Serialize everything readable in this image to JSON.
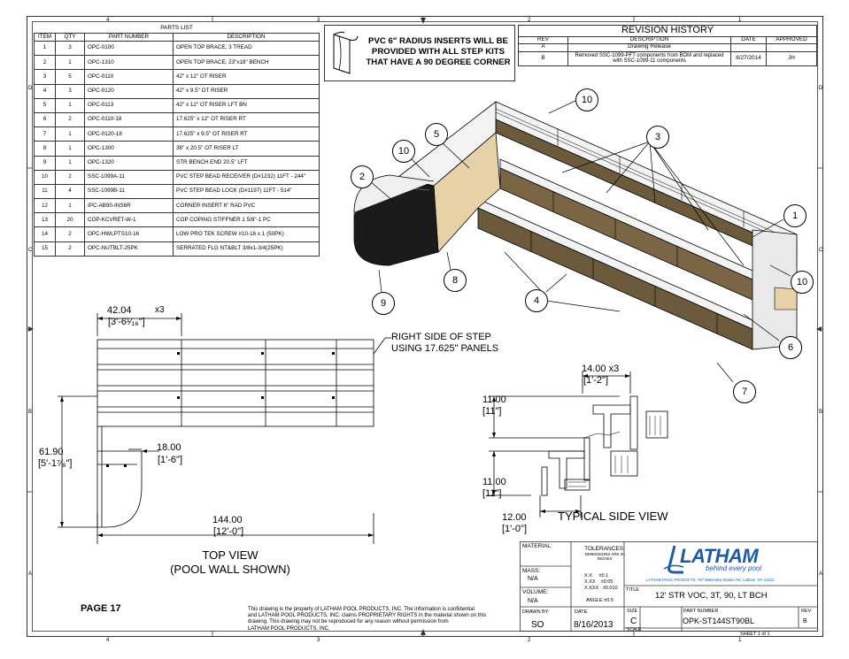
{
  "zone_labels": {
    "top": [
      "4",
      "3",
      "2",
      "1"
    ],
    "side": [
      "D",
      "C",
      "B",
      "A"
    ]
  },
  "parts_list": {
    "title": "PARTS LIST",
    "headers": [
      "ITEM",
      "QTY",
      "PART NUMBER",
      "DESCRIPTION"
    ],
    "rows": [
      [
        "1",
        "3",
        "OPC-0100",
        "OPEN TOP BRACE, 3 TREAD"
      ],
      [
        "2",
        "1",
        "OPC-1310",
        "OPEN TOP BRACE, 23\"x18\" BENCH"
      ],
      [
        "3",
        "5",
        "OPC-0110",
        "42\" x 12\" OT RISER"
      ],
      [
        "4",
        "3",
        "OPC-0120",
        "42\" x 9.5\" OT RISER"
      ],
      [
        "5",
        "1",
        "OPC-0113",
        "42\" x 12\" OT RISER LFT BN"
      ],
      [
        "6",
        "2",
        "OPC-0110-18",
        "17.625\" x 12\" OT RISER RT"
      ],
      [
        "7",
        "1",
        "OPC-0120-18",
        "17.625\" x 9.5\" OT RISER RT"
      ],
      [
        "8",
        "1",
        "OPC-1300",
        "36\" x 20.5\" OT RISER LT"
      ],
      [
        "9",
        "1",
        "OPC-1320",
        "STR BENCH END 20.5\" LFT"
      ],
      [
        "10",
        "2",
        "SSC-1099A-11",
        "PVC STEP BEAD RECEIVER (D#1232) 11FT - 244\""
      ],
      [
        "11",
        "4",
        "SSC-1099B-11",
        "PVC STEP BEAD LOCK (D#1197) 11FT - 514\""
      ],
      [
        "12",
        "1",
        "IPC-AB90-INS6R",
        "CORNER INSERT 6\" RAD PVC"
      ],
      [
        "13",
        "20",
        "COP-KCVRET-W-1",
        "COP COPING STIFFNER 1 5/8\"-1 PC"
      ],
      [
        "14",
        "2",
        "OPC-HWLPTS10-16",
        "LOW PRO TEK SCREW #10-16 x 1 (50PK)"
      ],
      [
        "15",
        "2",
        "OPC-NUTBLT-25PK",
        "SERRATED FLG NT&BLT 3/8x1-3/4(25PK)"
      ]
    ]
  },
  "note": {
    "text_lines": [
      "PVC 6\" RADIUS INSERTS WILL BE",
      "PROVIDED WITH ALL STEP KITS",
      "THAT HAVE A 90 DEGREE CORNER"
    ]
  },
  "revision_history": {
    "title": "REVISION HISTORY",
    "headers": [
      "REV",
      "DESCRIPTION",
      "DATE",
      "APPROVED"
    ],
    "rows": [
      [
        "A",
        "Drawing Release",
        "",
        ""
      ],
      [
        "B",
        "Removed SSC-1099-PFT components from BOM and replaced with SSC-1099-11 components",
        "8/27/2014",
        "JH"
      ]
    ]
  },
  "callouts": [
    "10",
    "3",
    "5",
    "10",
    "2",
    "1",
    "10",
    "9",
    "8",
    "4",
    "6",
    "7"
  ],
  "top_view": {
    "title": "TOP VIEW",
    "subtitle": "(POOL WALL SHOWN)",
    "dim_width": "42.04",
    "dim_width_count": "x3",
    "dim_width_ft": "[3'-6¹⁄₁₆\"]",
    "dim_height": "61.90",
    "dim_height_ft": "[5'-1⁷⁄₈\"]",
    "dim_bench": "18.00",
    "dim_bench_ft": "[1'-6\"]",
    "dim_total": "144.00",
    "dim_total_ft": "[12'-0\"]",
    "right_note_1": "RIGHT SIDE OF STEP",
    "right_note_2": "USING 17.625\" PANELS"
  },
  "side_view": {
    "title": "TYPICAL SIDE VIEW",
    "dim_top": "14.00 x3",
    "dim_top_ft": "[1'-2\"]",
    "dim_rise1": "11.00",
    "dim_rise1_ft": "[11\"]",
    "dim_rise2": "11.00",
    "dim_rise2_ft": "[11\"]",
    "dim_bottom": "12.00",
    "dim_bottom_ft": "[1'-0\"]"
  },
  "page_label": "PAGE 17",
  "disclaimer_lines": [
    "This drawing is the property of LATHAM POOL PRODUCTS, INC. The information is confidential",
    "and LATHAM POOL PRODUCTS, INC. claims PROPRIETARY RIGHTS in the material shown on this",
    "drawing. This drawing may not be reproduced for any reason without permission from",
    "LATHAM POOL PRODUCTS, INC."
  ],
  "title_block": {
    "material_label": "MATERIAL:",
    "tolerances_label": "TOLERANCES:",
    "tolerances_sub_1": "DIMENSIONS ARE IN",
    "tolerances_sub_2": "INCHES",
    "tol_rows": [
      [
        "X.X",
        "±0.1"
      ],
      [
        "X.XX",
        "±0.05"
      ],
      [
        "X.XXX",
        "±0.010"
      ]
    ],
    "angle": "ANGLE  ±0.5",
    "mass_label": "MASS:",
    "mass_value": "N/A",
    "volume_label": "VOLUME:",
    "volume_value": "N/A",
    "drawn_by_label": "DRAWN BY:",
    "drawn_by_value": "SO",
    "date_label": "DATE:",
    "date_value": "8/16/2013",
    "size_label": "SIZE",
    "size_value": "C",
    "scale_label": "SCALE",
    "part_number_label": "PART NUMBER",
    "part_number_value": "OPK-ST144ST90BL",
    "rev_label": "REV",
    "rev_value": "B",
    "title_label": "TITLE",
    "title_value": "12' STR VOC, 3T, 90, LT BCH",
    "sheet": "SHEET  1  of  1",
    "logo_text": "LATHAM",
    "logo_tagline": "behind every pool",
    "company_line": "LATHAM POOL PRODUCTS, 787 Watervliet Shaker Rd, Latham, NY 12110"
  },
  "colors": {
    "panel": "#6b5a3c",
    "panel_dark": "#2f2a22",
    "bench": "#1b1b1b",
    "tan": "#e6d2a6",
    "logo_blue": "#1f5aa8"
  }
}
